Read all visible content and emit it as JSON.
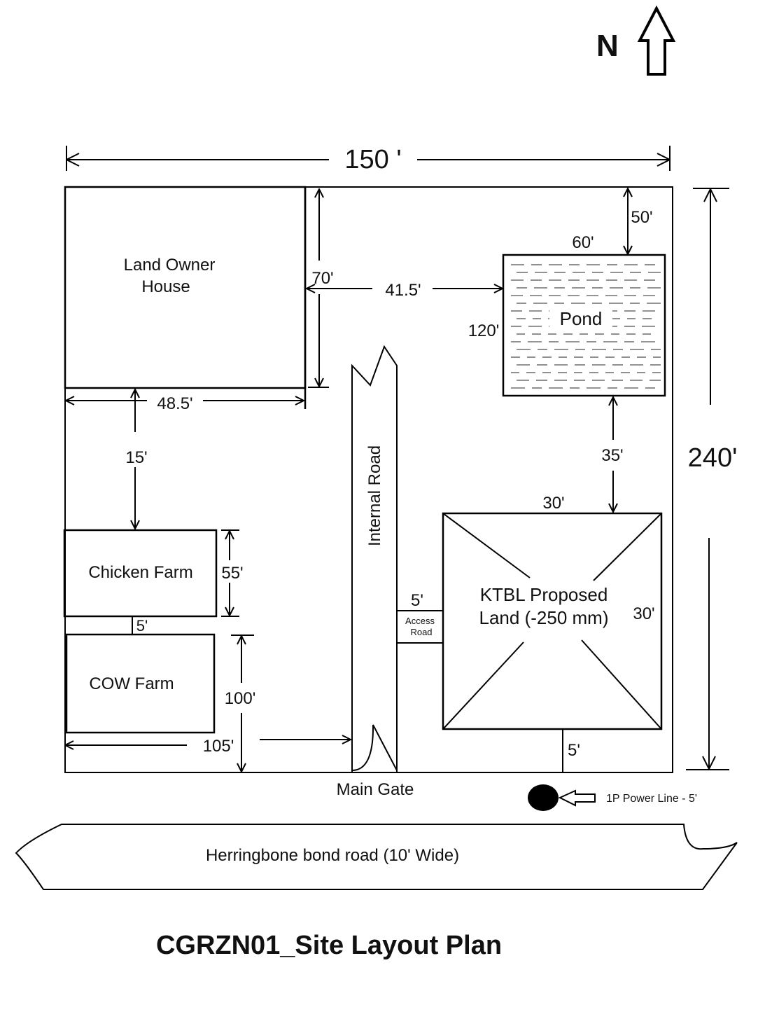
{
  "title": "CGRZN01_Site Layout Plan",
  "north_label": "N",
  "plot": {
    "width_label": "150 '",
    "height_label": "240'"
  },
  "areas": {
    "house": {
      "label_line1": "Land Owner",
      "label_line2": "House",
      "height": "70'",
      "width": "48.5'"
    },
    "pond": {
      "label": "Pond",
      "width": "60'",
      "height": "120'",
      "top_setback": "50'"
    },
    "house_to_pond": "41.5'",
    "chicken_farm": {
      "label": "Chicken Farm",
      "height": "55'",
      "gap_from_house": "15'"
    },
    "farm_gap": "5'",
    "cow_farm": {
      "label": "COW Farm",
      "height": "100'",
      "width": "105'"
    },
    "internal_road": {
      "label": "Internal Road"
    },
    "access_road": {
      "label_line1": "Access",
      "label_line2": "Road",
      "width": "5'"
    },
    "ktbl_land": {
      "label_line1": "KTBL Proposed",
      "label_line2": "Land (-250 mm)",
      "width": "30'",
      "height": "30'",
      "gap_from_pond": "35'",
      "bottom_setback": "5'"
    },
    "main_gate": "Main Gate",
    "power_line": "1P Power Line - 5'",
    "outer_road": "Herringbone bond road (10' Wide)"
  }
}
